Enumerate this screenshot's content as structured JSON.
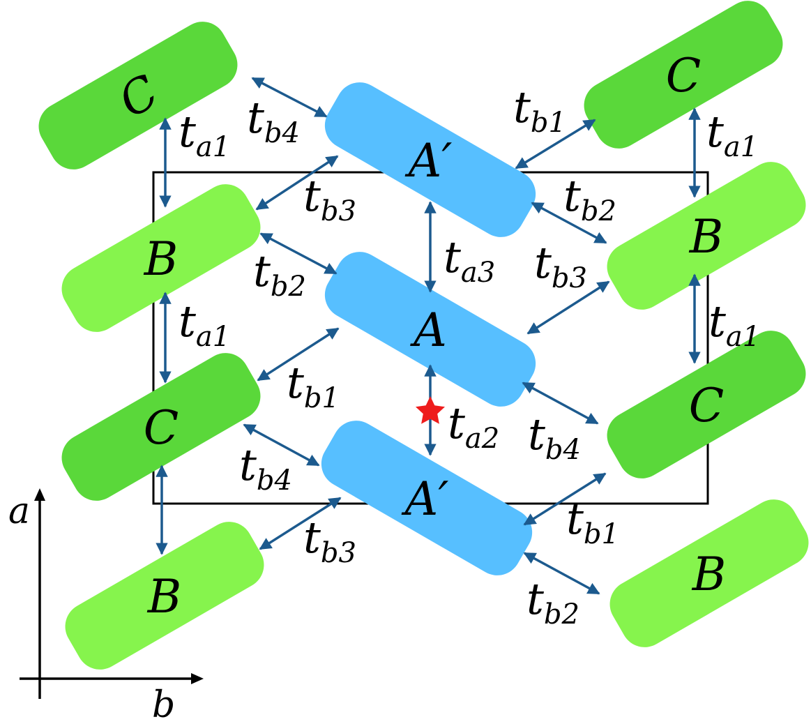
{
  "colors": {
    "molecule_A": "#57bfff",
    "molecule_B": "#86f44d",
    "molecule_C": "#5ad83a",
    "hopping_arrow": "#1c5a8e",
    "inversion_center_star": "#ee1c1c",
    "unit_cell": "#000000"
  },
  "molecules": [
    {
      "type": "C",
      "label": "C"
    },
    {
      "type": "A",
      "label": "A′"
    },
    {
      "type": "C",
      "label": "C"
    },
    {
      "type": "B",
      "label": "B"
    },
    {
      "type": "A",
      "label": "A"
    },
    {
      "type": "B",
      "label": "B"
    },
    {
      "type": "C",
      "label": "C"
    },
    {
      "type": "C",
      "label": "C"
    },
    {
      "type": "A",
      "label": "A′"
    },
    {
      "type": "B",
      "label": "B"
    },
    {
      "type": "B",
      "label": "B"
    }
  ],
  "transfer_labels": [
    {
      "main": "t",
      "sub": "b4"
    },
    {
      "main": "t",
      "sub": "b1"
    },
    {
      "main": "t",
      "sub": "a1"
    },
    {
      "main": "t",
      "sub": "a1"
    },
    {
      "main": "t",
      "sub": "b3"
    },
    {
      "main": "t",
      "sub": "b2"
    },
    {
      "main": "t",
      "sub": "a3"
    },
    {
      "main": "t",
      "sub": "b2"
    },
    {
      "main": "t",
      "sub": "b3"
    },
    {
      "main": "t",
      "sub": "a1"
    },
    {
      "main": "t",
      "sub": "a1"
    },
    {
      "main": "t",
      "sub": "b1"
    },
    {
      "main": "t",
      "sub": "a2"
    },
    {
      "main": "t",
      "sub": "b4"
    },
    {
      "main": "t",
      "sub": "b4"
    },
    {
      "main": "t",
      "sub": "b1"
    },
    {
      "main": "t",
      "sub": "b3"
    },
    {
      "main": "t",
      "sub": "b2"
    }
  ],
  "axes": {
    "vertical": "a",
    "horizontal": "b"
  }
}
